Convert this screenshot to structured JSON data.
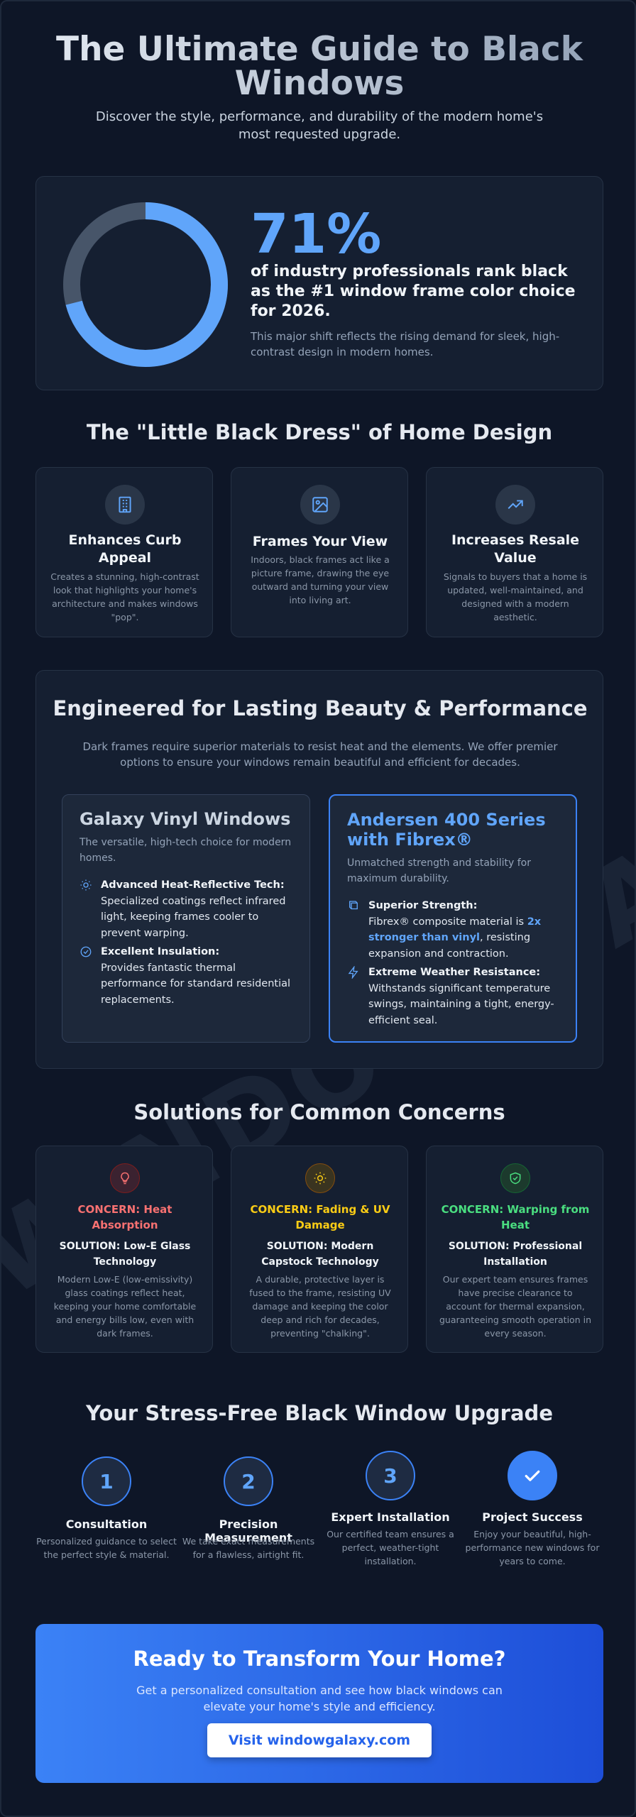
{
  "hero": {
    "title": "The Ultimate Guide to Black Windows",
    "subtitle": "Discover the style, performance, and durability of the modern home's most requested upgrade."
  },
  "stat": {
    "percent_label": "71%",
    "percent_value": 71,
    "headline": "of industry professionals rank black as the #1 window frame color choice for 2026.",
    "description": "This major shift reflects the rising demand for sleek, high-contrast design in modern homes."
  },
  "design": {
    "title": "The \"Little Black Dress\" of Home Design",
    "cards": [
      {
        "icon": "building-icon",
        "title": "Enhances Curb Appeal",
        "description": "Creates a stunning, high-contrast look that highlights your home's architecture and makes windows \"pop\"."
      },
      {
        "icon": "picture-icon",
        "title": "Frames Your View",
        "description": "Indoors, black frames act like a picture frame, drawing the eye outward and turning your view into living art."
      },
      {
        "icon": "trending-up-icon",
        "title": "Increases Resale Value",
        "description": "Signals to buyers that a home is updated, well-maintained, and designed with a modern aesthetic."
      }
    ]
  },
  "engineered": {
    "title": "Engineered for Lasting Beauty & Performance",
    "subtitle": "Dark frames require superior materials to resist heat and the elements. We offer premier options to ensure your windows remain beautiful and efficient for decades.",
    "vinyl": {
      "title": "Galaxy Vinyl Windows",
      "description": "The versatile, high-tech choice for modern homes.",
      "features": [
        {
          "icon": "sun-icon",
          "title": "Advanced Heat-Reflective Tech:",
          "text": "Specialized coatings reflect infrared light, keeping frames cooler to prevent warping."
        },
        {
          "icon": "check-circle-icon",
          "title": "Excellent Insulation:",
          "text": "Provides fantastic thermal performance for standard residential replacements."
        }
      ]
    },
    "andersen": {
      "title": "Andersen 400 Series with Fibrex®",
      "description": "Unmatched strength and stability for maximum durability.",
      "features": [
        {
          "icon": "cube-icon",
          "title": "Superior Strength:",
          "text_before": "Fibrex® composite material is ",
          "highlight": "2x stronger than vinyl",
          "text_after": ", resisting expansion and contraction."
        },
        {
          "icon": "lightning-icon",
          "title": "Extreme Weather Resistance:",
          "text": "Withstands significant temperature swings, maintaining a tight, energy-efficient seal."
        }
      ]
    }
  },
  "concerns": {
    "title": "Solutions for Common Concerns",
    "cards": [
      {
        "icon": "lightbulb-icon",
        "color": "#f87171",
        "concern": "CONCERN: Heat Absorption",
        "solution": "SOLUTION: Low-E Glass Technology",
        "description": "Modern Low-E (low-emissivity) glass coatings reflect heat, keeping your home comfortable and energy bills low, even with dark frames."
      },
      {
        "icon": "sun-icon",
        "color": "#facc15",
        "concern": "CONCERN: Fading & UV Damage",
        "solution": "SOLUTION: Modern Capstock Technology",
        "description": "A durable, protective layer is fused to the frame, resisting UV damage and keeping the color deep and rich for decades, preventing \"chalking\"."
      },
      {
        "icon": "shield-check-icon",
        "color": "#4ade80",
        "concern": "CONCERN: Warping from Heat",
        "solution": "SOLUTION: Professional Installation",
        "description": "Our expert team ensures frames have precise clearance to account for thermal expansion, guaranteeing smooth operation in every season."
      }
    ]
  },
  "process": {
    "title": "Your Stress-Free Black Window Upgrade",
    "steps": [
      {
        "number": "1",
        "title": "Consultation",
        "description": "Personalized guidance to select the perfect style & material."
      },
      {
        "number": "2",
        "title": "Precision Measurement",
        "description": "We take exact measurements for a flawless, airtight fit."
      },
      {
        "number": "3",
        "title": "Expert Installation",
        "description": "Our certified team ensures a perfect, weather-tight installation."
      },
      {
        "number": "",
        "icon": "checkmark-icon",
        "title": "Project Success",
        "description": "Enjoy your beautiful, high-performance new windows for years to come."
      }
    ]
  },
  "cta": {
    "title": "Ready to Transform Your Home?",
    "subtitle": "Get a personalized consultation and see how black windows can elevate your home's style and efficiency.",
    "button": "Visit windowgalaxy.com"
  },
  "watermark": "WINDOW GALAXY",
  "colors": {
    "accent": "#3b82f6",
    "accent_light": "#60a5fa",
    "background": "#0e1627",
    "card": "#151f31"
  }
}
